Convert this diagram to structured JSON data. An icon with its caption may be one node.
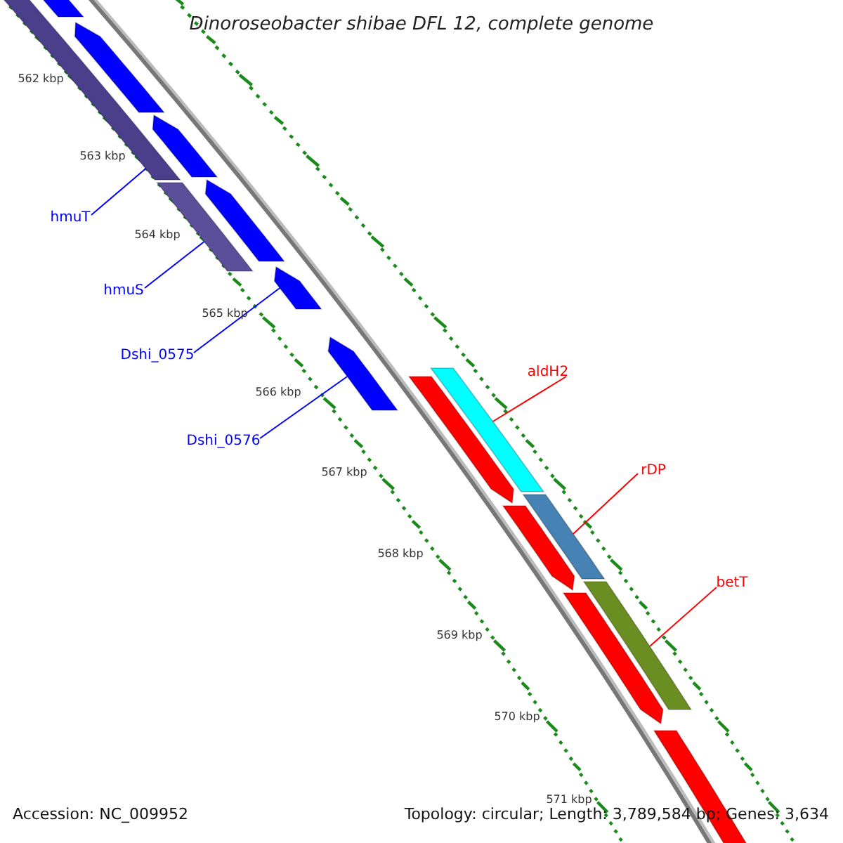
{
  "diagram": {
    "title": "Dinoroseobacter shibae DFL 12, complete genome",
    "nodes": [
      {
        "text": [
          "hmuT"
        ]
      },
      {
        "text": [
          "hmuS"
        ]
      },
      {
        "text": [
          "Dshi_0575"
        ]
      },
      {
        "text": [
          "Dshi_0576"
        ]
      },
      {
        "text": [
          "aldH2"
        ]
      },
      {
        "text": [
          "rDP"
        ]
      },
      {
        "text": [
          "betT"
        ]
      },
      {
        "text": [],
        "shape": "bar"
      },
      {
        "text": [],
        "shape": "bar"
      },
      {
        "text": [],
        "shape": "bar"
      },
      {
        "text": [],
        "shape": "bar"
      },
      {
        "text": [],
        "shape": "bar"
      },
      {
        "text": [],
        "shape": "bar"
      },
      {
        "text": [],
        "shape": "bar"
      },
      {
        "text": [],
        "shape": "bar"
      },
      {
        "text": [],
        "shape": "bar"
      },
      {
        "text": [],
        "shape": "bar"
      },
      {
        "text": [],
        "shape": "bar"
      },
      {
        "text": [],
        "shape": "bar"
      },
      {
        "text": [],
        "shape": "bar"
      },
      {
        "text": [],
        "shape": "bar"
      },
      {
        "text": [],
        "shape": "bar"
      }
    ],
    "edges": [
      {
        "from": 0,
        "to": 7,
        "arrow": "none"
      },
      {
        "from": 1,
        "to": 8,
        "arrow": "none"
      },
      {
        "from": 2,
        "to": 13,
        "arrow": "none"
      },
      {
        "from": 3,
        "to": 14,
        "arrow": "none"
      },
      {
        "from": 4,
        "to": 19,
        "arrow": "none",
        "color": "#ff0000"
      },
      {
        "from": 5,
        "to": 20,
        "arrow": "none",
        "color": "#ff0000"
      },
      {
        "from": 6,
        "to": 21,
        "arrow": "none",
        "color": "#ff0000"
      }
    ],
    "labels": [
      "562 kbp",
      "563 kbp",
      "564 kbp",
      "565 kbp",
      "566 kbp",
      "567 kbp",
      "568 kbp",
      "569 kbp",
      "570 kbp",
      "571 kbp",
      "Accession: NC_009952",
      "Topology: circular; Length: 3,789,584 bp; Genes: 3,634"
    ]
  }
}
